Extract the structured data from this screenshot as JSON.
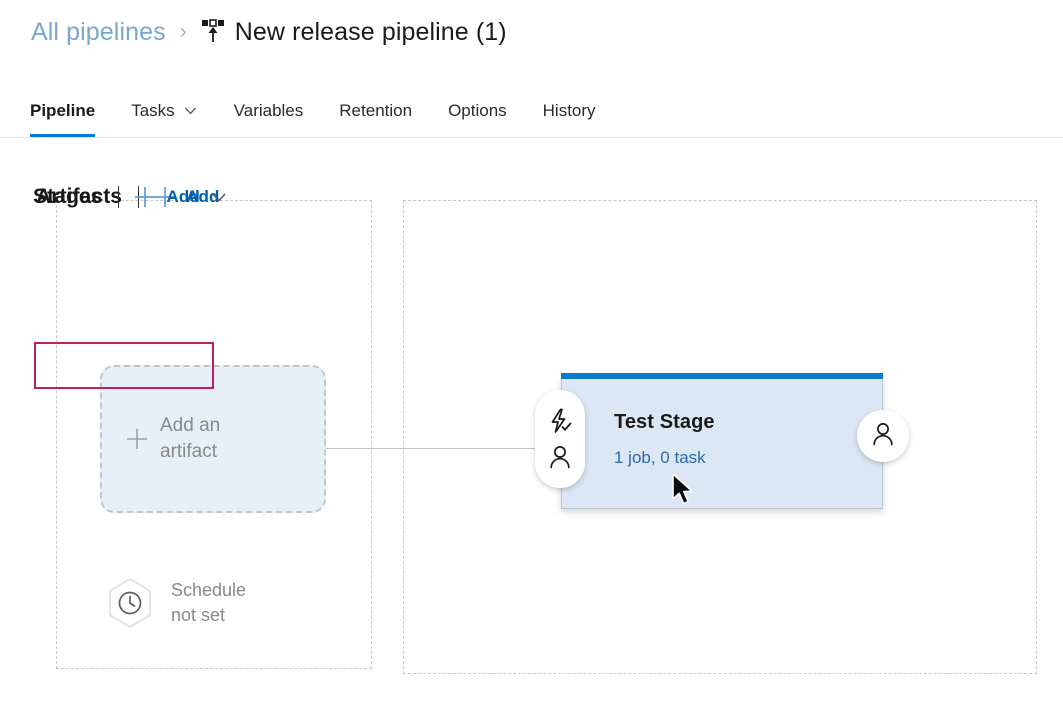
{
  "breadcrumb": {
    "parent_label": "All pipelines",
    "separator": "›",
    "icon": "release-pipeline-icon",
    "current_label": "New release pipeline (1)"
  },
  "tabs": [
    {
      "label": "Pipeline",
      "active": true,
      "has_chevron": false
    },
    {
      "label": "Tasks",
      "active": false,
      "has_chevron": true
    },
    {
      "label": "Variables",
      "active": false,
      "has_chevron": false
    },
    {
      "label": "Retention",
      "active": false,
      "has_chevron": false
    },
    {
      "label": "Options",
      "active": false,
      "has_chevron": false
    },
    {
      "label": "History",
      "active": false,
      "has_chevron": false
    }
  ],
  "artifacts": {
    "title": "Artifacts",
    "add_label": "Add",
    "add_icon": "plus-icon",
    "add_artifact_box": {
      "icon": "plus-icon",
      "line1": "Add an",
      "line2": "artifact"
    },
    "schedule": {
      "icon": "clock-icon",
      "line1": "Schedule",
      "line2": "not set"
    }
  },
  "stages": {
    "title": "Stages",
    "add_label": "Add",
    "add_icon": "plus-icon",
    "add_chevron_icon": "chevron-down-icon",
    "stage": {
      "name": "Test Stage",
      "jobs_summary": "1 job, 0 task",
      "pre_deployment_icons": [
        "lightning-check-icon",
        "person-icon"
      ],
      "post_deployment_icon": "person-icon"
    }
  },
  "colors": {
    "accent_blue": "#0078d4",
    "link_blue": "#005fa8",
    "breadcrumb_blue": "#7aa7d0",
    "stage_top_bar": "#0a7bc4",
    "stage_fill": "#dbe7f4",
    "artifact_fill": "#e7eff8",
    "highlight_red": "#bc2259",
    "muted_text": "#8a8886",
    "dashed_border": "#c8c8c8"
  }
}
